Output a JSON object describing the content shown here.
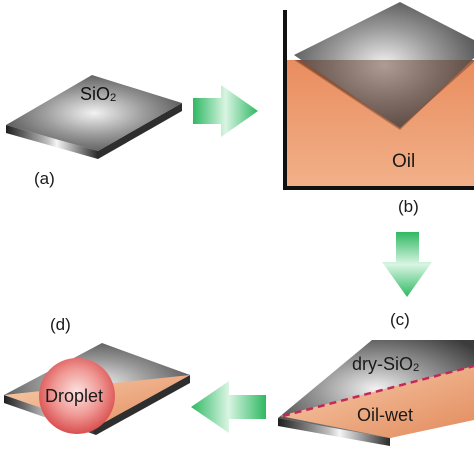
{
  "panels": {
    "a": {
      "caption": "(a)",
      "plate_label": "SiO",
      "plate_label_sub": "2"
    },
    "b": {
      "caption": "(b)",
      "liquid_label": "Oil"
    },
    "c": {
      "caption": "(c)",
      "top_label": "dry-SiO",
      "top_label_sub": "2",
      "bottom_label": "Oil-wet"
    },
    "d": {
      "caption": "(d)",
      "droplet_label": "Droplet"
    }
  },
  "colors": {
    "oil": "#ee9a6e",
    "oil_light": "#f7c7a5",
    "plate_dark": "#3a3a3a",
    "plate_light": "#d8d8d8",
    "arrow": "#35c06a",
    "arrow_light": "#d6f4e0",
    "droplet": "#e25a5a",
    "boundary_dash": "#c4285a",
    "container": "#111111"
  }
}
